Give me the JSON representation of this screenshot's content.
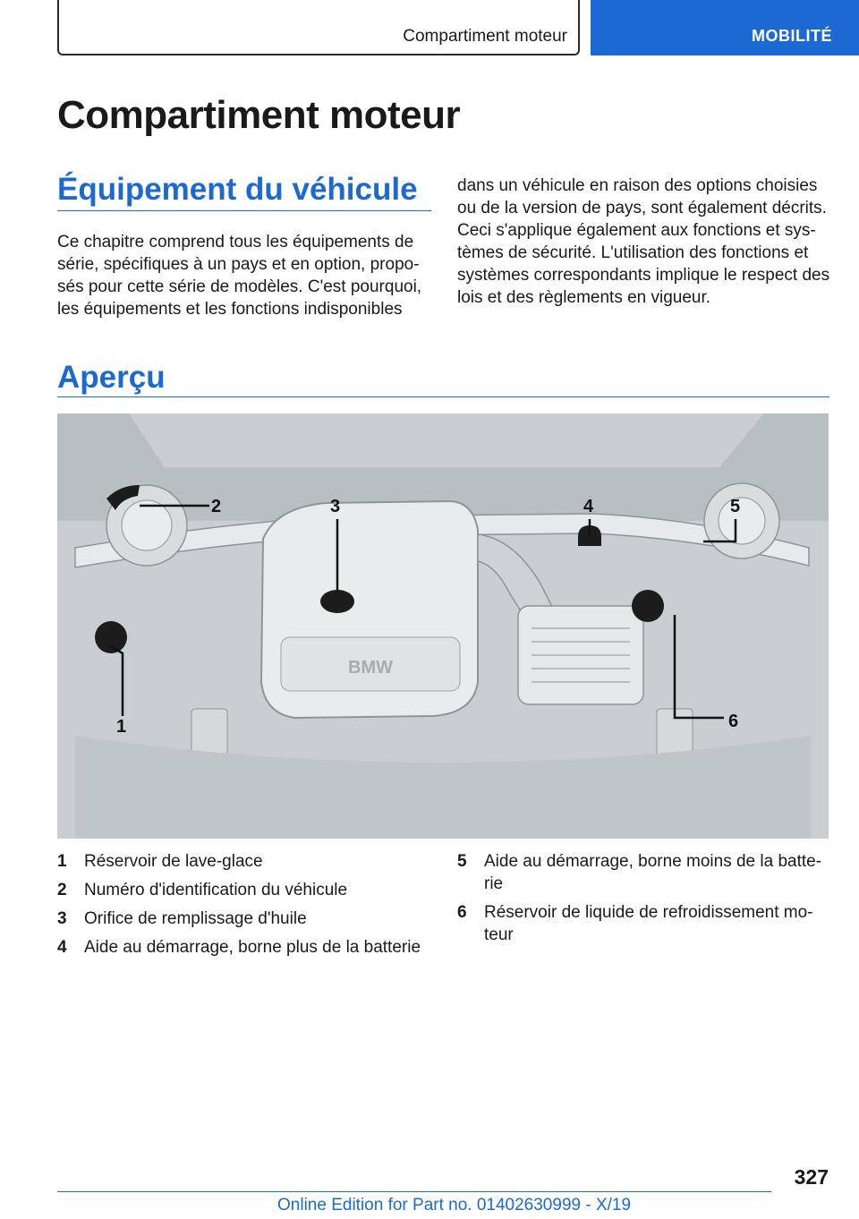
{
  "header": {
    "chapter_title": "Compartiment moteur",
    "section_label": "MOBILITÉ"
  },
  "main": {
    "title": "Compartiment moteur",
    "equipment_heading": "Équipement du véhicule",
    "equipment_text_col1": "Ce chapitre comprend tous les équipements de série, spécifiques à un pays et en option, propo-sés pour cette série de modèles. C'est pourquoi, les équipements et les fonctions indisponibles",
    "equipment_text_col2": "dans un véhicule en raison des options choisies ou de la version de pays, sont également décrits. Ceci s'applique également aux fonctions et sys-tèmes de sécurité. L'utilisation des fonctions et systèmes correspondants implique le respect des lois et des règlements en vigueur.",
    "overview_heading": "Aperçu"
  },
  "figure": {
    "callouts": [
      "1",
      "2",
      "3",
      "4",
      "5",
      "6"
    ],
    "engine_logo": "BMW"
  },
  "legend": {
    "items": [
      {
        "num": "1",
        "text": "Réservoir de lave-glace"
      },
      {
        "num": "2",
        "text": "Numéro d'identification du véhicule"
      },
      {
        "num": "3",
        "text": "Orifice de remplissage d'huile"
      },
      {
        "num": "4",
        "text": "Aide au démarrage, borne plus de la batterie"
      },
      {
        "num": "5",
        "text": "Aide au démarrage, borne moins de la batte-rie"
      },
      {
        "num": "6",
        "text": "Réservoir de liquide de refroidissement mo-teur"
      }
    ]
  },
  "footer": {
    "page_number": "327",
    "edition": "Online Edition for Part no. 01402630999 - X/19"
  },
  "colors": {
    "accent": "#1c69d4",
    "text": "#1a1a1a"
  }
}
